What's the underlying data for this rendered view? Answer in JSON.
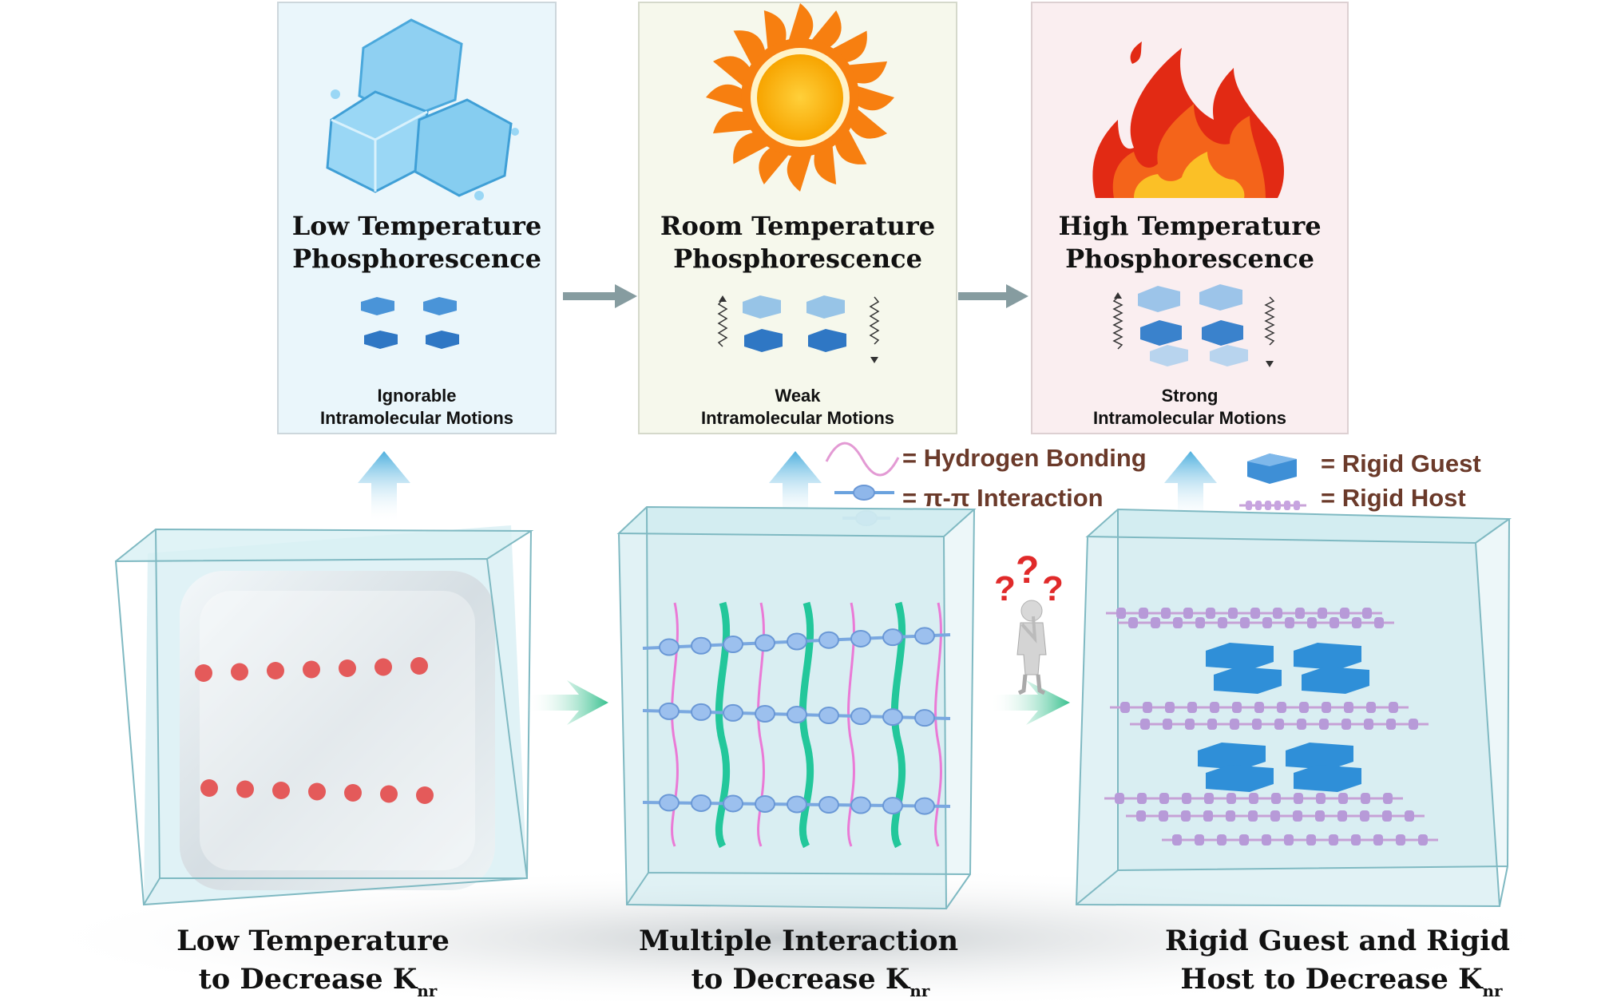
{
  "panels": [
    {
      "title_line1": "Low Temperature",
      "title_line2": "Phosphorescence",
      "sub_line1": "Ignorable",
      "sub_line2": "Intramolecular Motions"
    },
    {
      "title_line1": "Room Temperature",
      "title_line2": "Phosphorescence",
      "sub_line1": "Weak",
      "sub_line2": "Intramolecular Motions"
    },
    {
      "title_line1": "High Temperature",
      "title_line2": "Phosphorescence",
      "sub_line1": "Strong",
      "sub_line2": "Intramolecular Motions"
    }
  ],
  "legend": {
    "hydrogen_bonding": "= Hydrogen Bonding",
    "pi_pi": "= π-π Interaction",
    "rigid_guest": "= Rigid Guest",
    "rigid_host": "= Rigid Host"
  },
  "bottom": [
    {
      "line1": "Low Temperature",
      "line2_prefix": "to Decrease K",
      "subscript": "nr"
    },
    {
      "line1": "Multiple Interaction",
      "line2_prefix": "to Decrease K",
      "subscript": "nr"
    },
    {
      "line1": "Rigid Guest and Rigid",
      "line2_prefix": "Host to Decrease K",
      "subscript": "nr"
    }
  ],
  "colors": {
    "cold_panel": "#eaf6fb",
    "warm_panel": "#f6f8ec",
    "hot_panel": "#faeef0",
    "cube": "#bfe6ec",
    "dots": "#e45a5a",
    "pink_chain": "#ea7ad6",
    "green_chain": "#23c79b",
    "guest": "#2f8fd8",
    "host": "#b79ad8"
  }
}
